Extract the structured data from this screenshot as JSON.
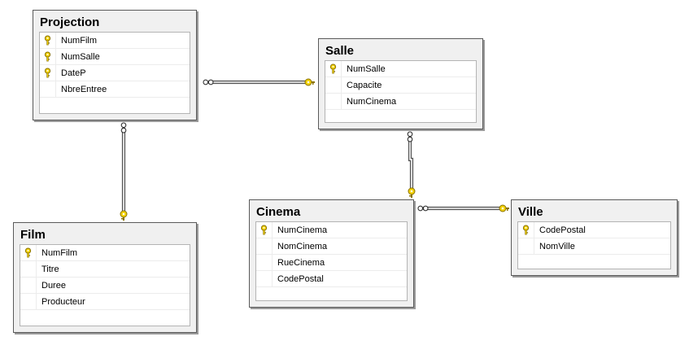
{
  "tables": [
    {
      "name": "Projection",
      "columns": [
        {
          "name": "NumFilm",
          "key": true
        },
        {
          "name": "NumSalle",
          "key": true
        },
        {
          "name": "DateP",
          "key": true
        },
        {
          "name": "NbreEntree",
          "key": false
        }
      ]
    },
    {
      "name": "Salle",
      "columns": [
        {
          "name": "NumSalle",
          "key": true
        },
        {
          "name": "Capacite",
          "key": false
        },
        {
          "name": "NumCinema",
          "key": false
        }
      ]
    },
    {
      "name": "Film",
      "columns": [
        {
          "name": "NumFilm",
          "key": true
        },
        {
          "name": "Titre",
          "key": false
        },
        {
          "name": "Duree",
          "key": false
        },
        {
          "name": "Producteur",
          "key": false
        }
      ]
    },
    {
      "name": "Cinema",
      "columns": [
        {
          "name": "NumCinema",
          "key": true
        },
        {
          "name": "NomCinema",
          "key": false
        },
        {
          "name": "RueCinema",
          "key": false
        },
        {
          "name": "CodePostal",
          "key": false
        }
      ]
    },
    {
      "name": "Ville",
      "columns": [
        {
          "name": "CodePostal",
          "key": true
        },
        {
          "name": "NomVille",
          "key": false
        }
      ]
    }
  ],
  "relationships": [
    {
      "from": "Projection",
      "to": "Salle",
      "from_end": "many",
      "to_end": "key"
    },
    {
      "from": "Projection",
      "to": "Film",
      "from_end": "many",
      "to_end": "key"
    },
    {
      "from": "Salle",
      "to": "Cinema",
      "from_end": "many",
      "to_end": "key"
    },
    {
      "from": "Cinema",
      "to": "Ville",
      "from_end": "many",
      "to_end": "key"
    }
  ],
  "colors": {
    "key_icon": "#f2d100",
    "key_outline": "#8a7200",
    "connector": "#555555"
  }
}
